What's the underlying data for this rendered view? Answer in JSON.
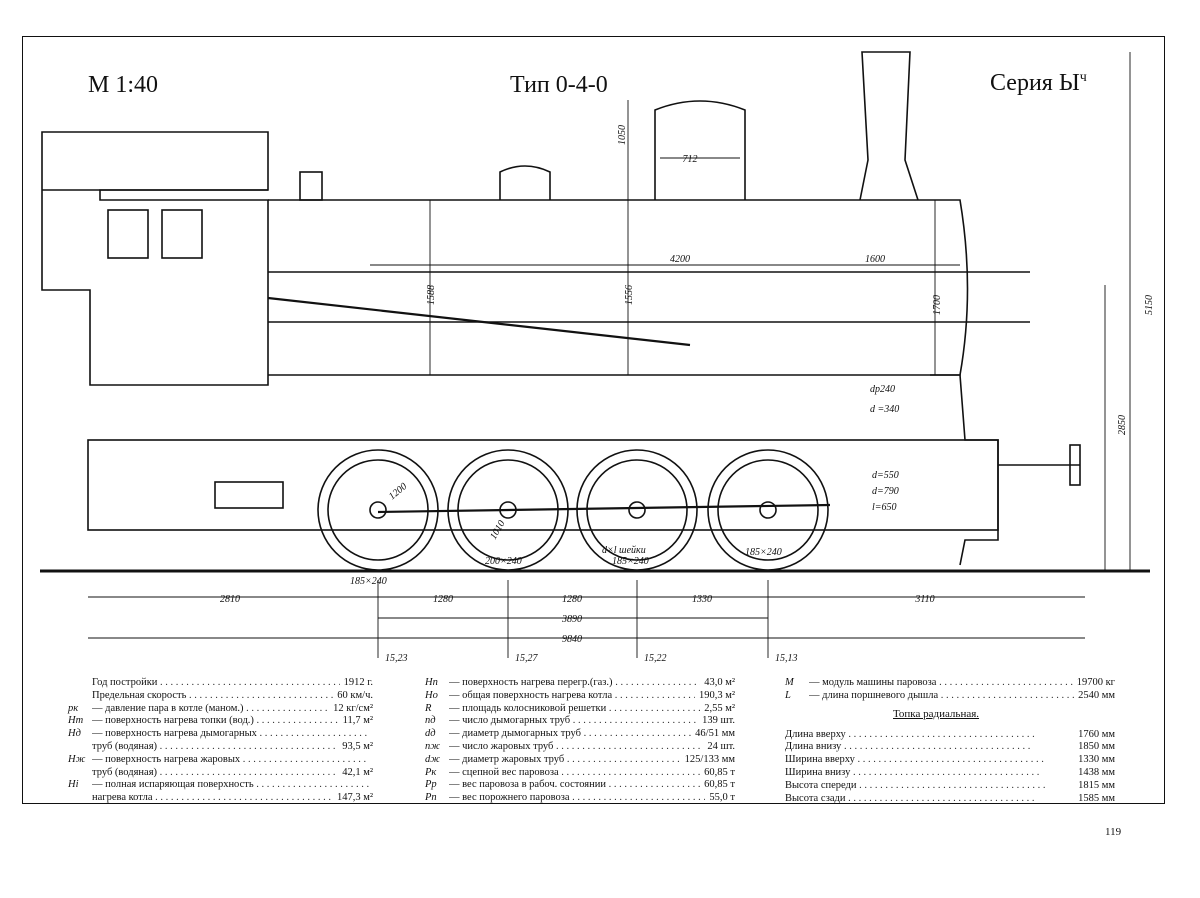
{
  "header": {
    "scale": "М 1:40",
    "type": "Тип 0-4-0",
    "series": "Серия Ы",
    "series_sup": "ч"
  },
  "dimensions": {
    "dome_width": "712",
    "dome_height": "1050",
    "boiler_length": "4200",
    "smokebox_length": "1600",
    "firebox_height": "1588",
    "boiler_height": "1556",
    "front_height": "1700",
    "chimney_height": "5150",
    "axis_height": "2850",
    "cyl_dp": "dp240",
    "cyl_d": "d =340",
    "cyl2_d1": "d=550",
    "cyl2_d2": "d=790",
    "cyl2_l": "l=650",
    "wheel_dia": "1200",
    "crank": "1010",
    "journal_note": "d×l шейки",
    "journal_1": "185×240",
    "journal_2": "200×240",
    "journal_3": "185×240",
    "journal_4": "185×240",
    "overhang_rear": "2810",
    "base_1": "1280",
    "base_2": "1280",
    "base_3": "1330",
    "overhang_front": "3110",
    "rigid_base": "3890",
    "total_length": "9840",
    "axle_load_1": "15,23",
    "axle_load_2": "15,27",
    "axle_load_3": "15,22",
    "axle_load_4": "15,13"
  },
  "specs_left": [
    {
      "sym": "",
      "label": "Год постройки",
      "value": "1912 г."
    },
    {
      "sym": "",
      "label": "Предельная скорость",
      "value": "60 км/ч."
    },
    {
      "sym": "pк",
      "label": "— давление пара в котле (маном.)",
      "value": "12 кг/см²"
    },
    {
      "sym": "Hт",
      "label": "— поверхность нагрева топки (вод.)",
      "value": "11,7 м²"
    },
    {
      "sym": "Hд",
      "label": "— поверхность нагрева дымогарных",
      "value": ""
    },
    {
      "sym": "",
      "label": "труб (водяная)",
      "value": "93,5 м²"
    },
    {
      "sym": "Hж",
      "label": "— поверхность нагрева жаровых",
      "value": ""
    },
    {
      "sym": "",
      "label": "труб (водяная)",
      "value": "42,1 м²"
    },
    {
      "sym": "Hi",
      "label": "— полная испаряющая поверхность",
      "value": ""
    },
    {
      "sym": "",
      "label": "нагрева котла",
      "value": "147,3 м²"
    }
  ],
  "specs_mid": [
    {
      "sym": "Hп",
      "label": "— поверхность нагрева перегр.(газ.)",
      "value": "43,0 м²"
    },
    {
      "sym": "Hо",
      "label": "— общая поверхность нагрева котла",
      "value": "190,3 м²"
    },
    {
      "sym": "R",
      "label": "— площадь колосниковой решетки",
      "value": "2,55 м²"
    },
    {
      "sym": "nд",
      "label": "— число дымогарных труб",
      "value": "139 шт."
    },
    {
      "sym": "dд",
      "label": "— диаметр дымогарных труб",
      "value": "46/51 мм"
    },
    {
      "sym": "nж",
      "label": "— число жаровых труб",
      "value": "24 шт."
    },
    {
      "sym": "dж",
      "label": "— диаметр жаровых труб",
      "value": "125/133 мм"
    },
    {
      "sym": "Pк",
      "label": "— сцепной вес паровоза",
      "value": "60,85 т"
    },
    {
      "sym": "Pр",
      "label": "— вес паровоза в рабоч. состоянии",
      "value": "60,85 т"
    },
    {
      "sym": "Pп",
      "label": "— вес порожнего паровоза",
      "value": "55,0 т"
    }
  ],
  "specs_right": [
    {
      "sym": "M",
      "label": "— модуль машины паровоза",
      "value": "19700 кг"
    },
    {
      "sym": "L",
      "label": "— длина поршневого дышла",
      "value": "2540 мм"
    }
  ],
  "firebox": {
    "title": "Топка радиальная.",
    "rows": [
      {
        "label": "Длина вверху",
        "value": "1760 мм"
      },
      {
        "label": "Длина внизу",
        "value": "1850 мм"
      },
      {
        "label": "Ширина вверху",
        "value": "1330 мм"
      },
      {
        "label": "Ширина внизу",
        "value": "1438 мм"
      },
      {
        "label": "Высота спереди",
        "value": "1815 мм"
      },
      {
        "label": "Высота сзади",
        "value": "1585 мм"
      }
    ]
  },
  "page_number": "119"
}
